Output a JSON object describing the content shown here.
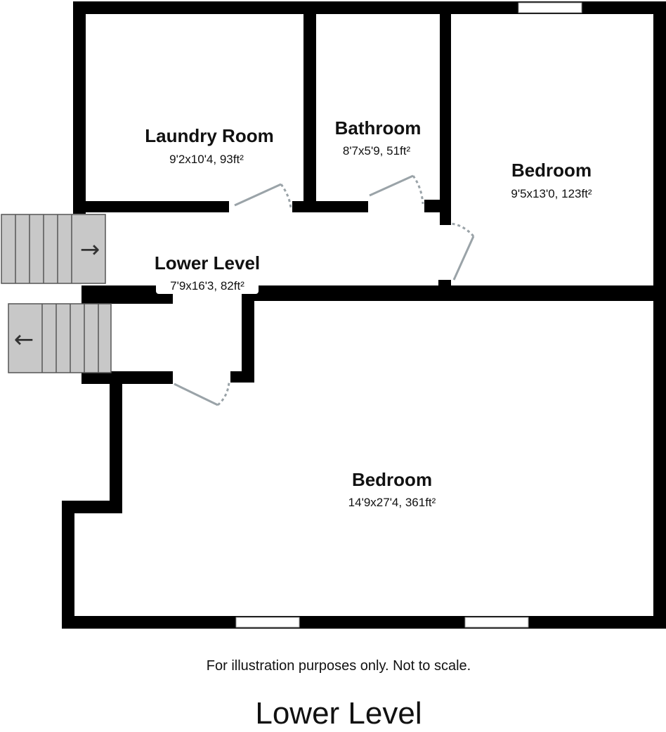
{
  "rooms": {
    "laundry": {
      "name": "Laundry Room",
      "dims": "9'2x10'4, 93ft²"
    },
    "bathroom": {
      "name": "Bathroom",
      "dims": "8'7x5'9, 51ft²"
    },
    "bedroom_small": {
      "name": "Bedroom",
      "dims": "9'5x13'0, 123ft²"
    },
    "lower_level": {
      "name": "Lower Level",
      "dims": "7'9x16'3, 82ft²"
    },
    "bedroom_large": {
      "name": "Bedroom",
      "dims": "14'9x27'4, 361ft²"
    }
  },
  "stairs": {
    "up_arrow": "→",
    "down_arrow": "←"
  },
  "footer": {
    "disclaimer": "For illustration purposes only. Not to scale.",
    "level_title": "Lower Level"
  }
}
